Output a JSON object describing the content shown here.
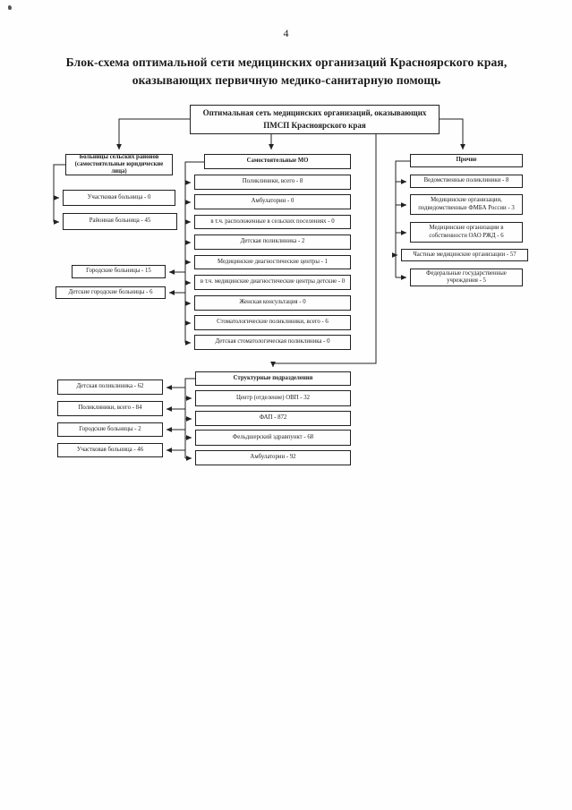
{
  "colors": {
    "ink": "#1c1c1c",
    "paper": "#fefefe"
  },
  "page": {
    "number": "4",
    "title": "Блок-схема оптимальной сети медицинских организаций Красноярского края, оказывающих первичную медико-санитарную помощь"
  },
  "diagram": {
    "root": "Оптимальная сеть медицинских организаций, оказывающих ПМСП Красноярского края",
    "rural": {
      "header": "Больницы сельских районов (самостоятельные юридические лица)",
      "items": [
        "Участковая больница - 0",
        "Районная больница - 45"
      ]
    },
    "city": {
      "items": [
        "Городские больницы - 15",
        "Детские городские больницы - 6"
      ]
    },
    "independent": {
      "header": "Самостоятельные МО",
      "items": [
        "Поликлиники, всего - 8",
        "Амбулатории - 0",
        "в т.ч. расположенные в сельских поселениях - 0",
        "Детская поликлиника - 2",
        "Медицинские диагностические центры - 1",
        "в т.ч. медицинские диагностические центры детские - 0",
        "Женская консультация - 0",
        "Стоматологические поликлиники, всего - 6",
        "Детская стоматологическая поликлиника - 0"
      ]
    },
    "other": {
      "header": "Прочие",
      "items": [
        "Ведомственные поликлиники - 8",
        "Медицинские организации, подведомственные ФМБА России - 3",
        "Медицинские организации в собственности ОАО РЖД - 6",
        "Частные медицинские организации - 57",
        "Федеральные государственные учреждения - 5"
      ]
    },
    "structural": {
      "header": "Структурные подразделения",
      "items": [
        "Центр (отделение) ОВП - 32",
        "ФАП - 872",
        "Фельдшерский здравпункт - 68",
        "Амбулатории - 92"
      ]
    },
    "bottom_left": {
      "items": [
        "Детская поликлиника - 62",
        "Поликлиники, всего - 84",
        "Городские больницы - 2",
        "Участковая больница - 46"
      ]
    }
  }
}
